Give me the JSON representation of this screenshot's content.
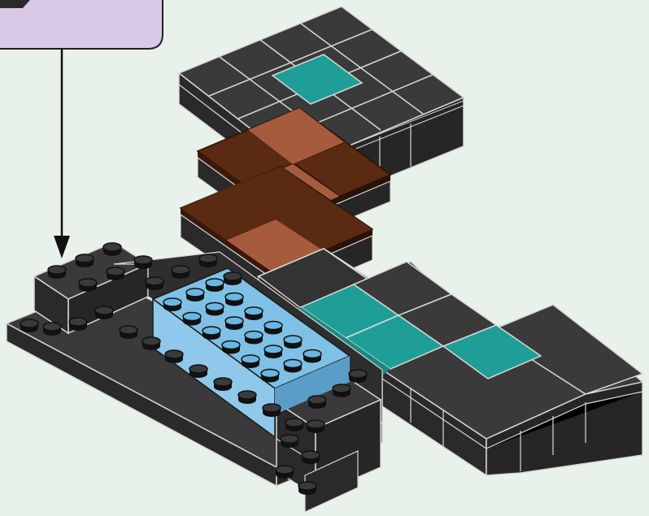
{
  "colors": {
    "background": "#e9f2ea",
    "callout_fill": "#d9c8e6",
    "brick_dark": "#2e2e2e",
    "brick_dark_top": "#3a3a3a",
    "brick_dark_side": "#262626",
    "brick_edge": "#d8d8d8",
    "teal_tile": "#1e9e96",
    "brown_light": "#a65c3c",
    "brown_dark": "#5a2a12",
    "blue_brick": "#7fc0e6",
    "blue_side": "#8fc8ea",
    "stud_blue": "#6ab6e2",
    "arrow": "#111111"
  },
  "elements": [
    {
      "name": "callout-box"
    },
    {
      "name": "pointer-arrow"
    },
    {
      "name": "upper-dark-plate"
    },
    {
      "name": "upper-teal-tile"
    },
    {
      "name": "brown-tile-stack-upper"
    },
    {
      "name": "brown-tile-stack-lower"
    },
    {
      "name": "lower-dark-plate"
    },
    {
      "name": "teal-tile-row"
    },
    {
      "name": "blue-2x6-brick"
    },
    {
      "name": "dark-studded-l-bracket"
    }
  ]
}
